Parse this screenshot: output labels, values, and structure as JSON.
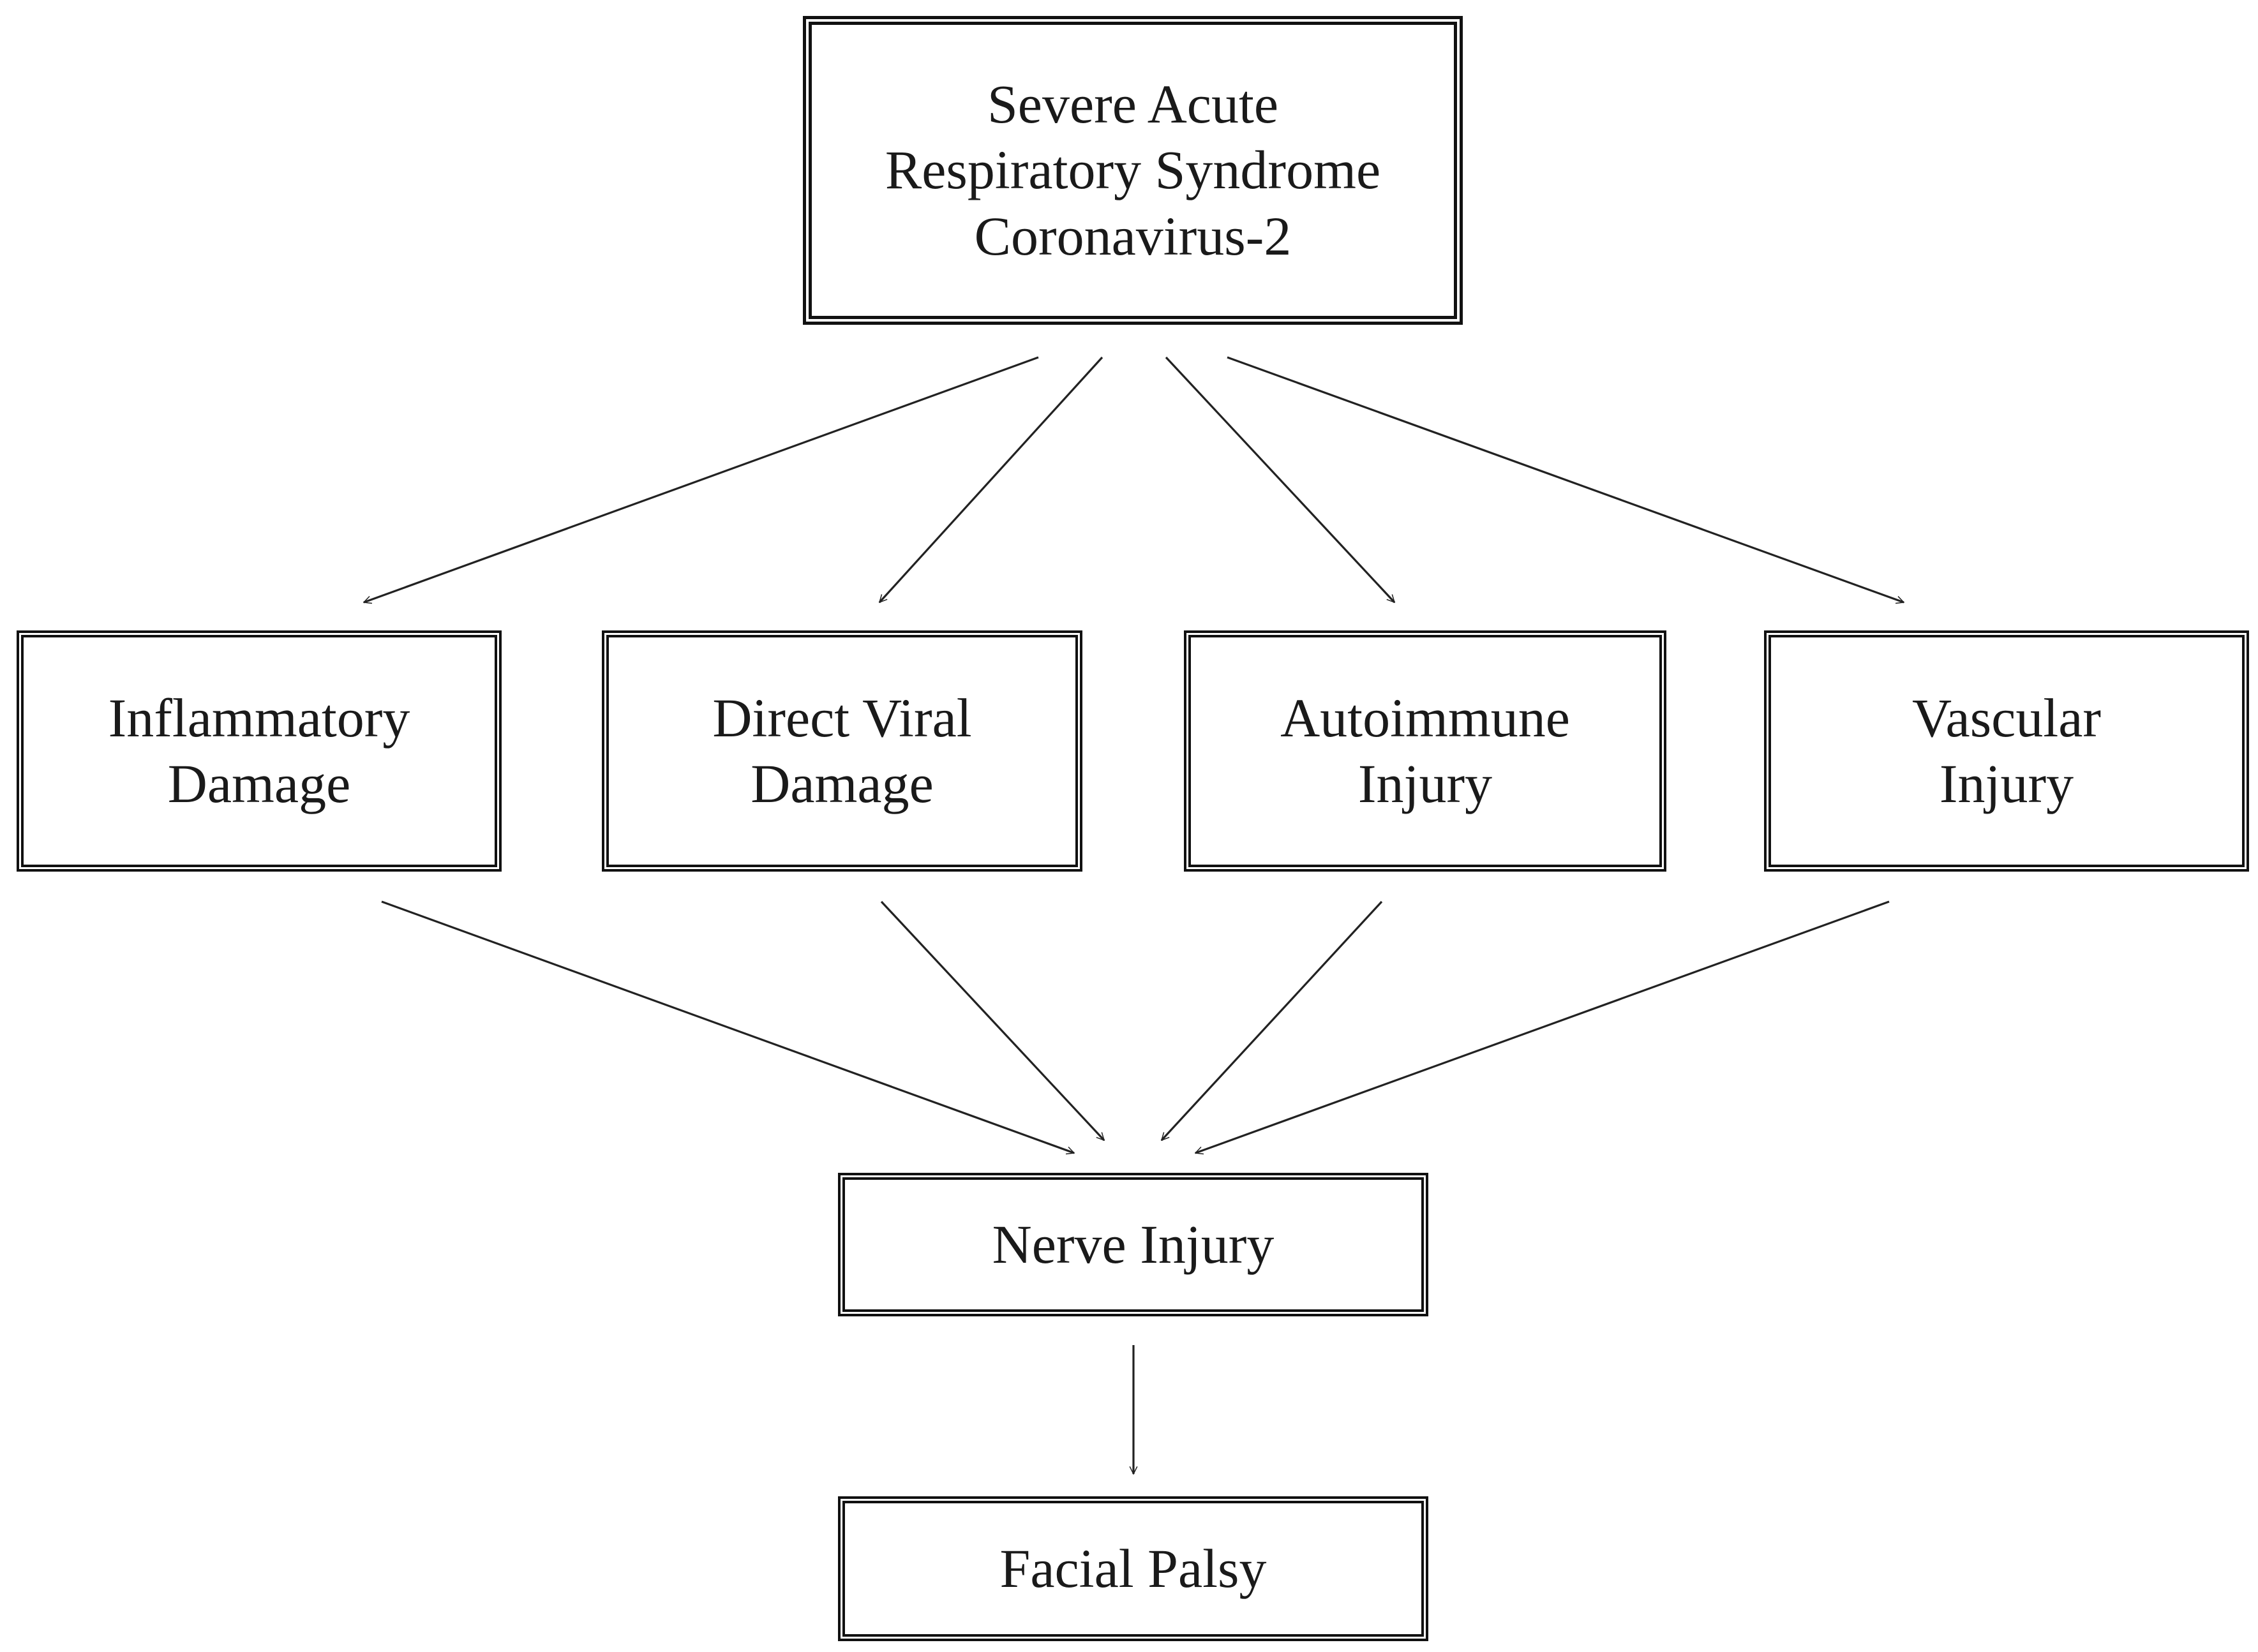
{
  "diagram": {
    "nodes": [
      {
        "id": "source",
        "label": "Severe Acute\nRespiratory Syndrome\nCoronavirus-2"
      },
      {
        "id": "inflam",
        "label": "Inflammatory\nDamage"
      },
      {
        "id": "viral",
        "label": "Direct Viral\nDamage"
      },
      {
        "id": "autoimm",
        "label": "Autoimmune\nInjury"
      },
      {
        "id": "vascular",
        "label": "Vascular\nInjury"
      },
      {
        "id": "nerve",
        "label": "Nerve Injury"
      },
      {
        "id": "palsy",
        "label": "Facial Palsy"
      }
    ],
    "edges": [
      {
        "from": "source",
        "to": "inflam"
      },
      {
        "from": "source",
        "to": "viral"
      },
      {
        "from": "source",
        "to": "autoimm"
      },
      {
        "from": "source",
        "to": "vascular"
      },
      {
        "from": "inflam",
        "to": "nerve"
      },
      {
        "from": "viral",
        "to": "nerve"
      },
      {
        "from": "autoimm",
        "to": "nerve"
      },
      {
        "from": "vascular",
        "to": "nerve"
      },
      {
        "from": "nerve",
        "to": "palsy"
      }
    ]
  }
}
